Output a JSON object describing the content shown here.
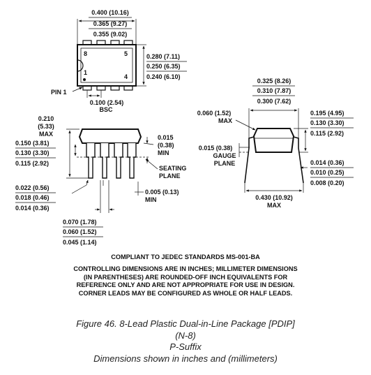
{
  "top_view": {
    "length_max": "0.400 (10.16)",
    "length_nom": "0.365 (9.27)",
    "length_min": "0.355 (9.02)",
    "width_max": "0.280 (7.11)",
    "width_nom": "0.250 (6.35)",
    "width_min": "0.240 (6.10)",
    "pin_8": "8",
    "pin_5": "5",
    "pin_1": "1",
    "pin_4": "4",
    "pin1_label": "PIN 1",
    "pitch": "0.100 (2.54)",
    "pitch_bsc": "BSC"
  },
  "side_view": {
    "height_max_a": "0.210",
    "height_max_b": "(5.33)",
    "height_max_c": "MAX",
    "body_h_max": "0.150 (3.81)",
    "body_h_nom": "0.130 (3.30)",
    "body_h_min": "0.115 (2.92)",
    "standoff_a": "0.015",
    "standoff_b": "(0.38)",
    "standoff_c": "MIN",
    "seating_a": "SEATING",
    "seating_b": "PLANE",
    "lead_w_max": "0.022 (0.56)",
    "lead_w_nom": "0.018 (0.46)",
    "lead_w_min": "0.014 (0.36)",
    "lead_gap": "0.005 (0.13)",
    "lead_gap_min": "MIN",
    "shoulder_max": "0.070 (1.78)",
    "shoulder_nom": "0.060 (1.52)",
    "shoulder_min": "0.045 (1.14)"
  },
  "end_view": {
    "row_max": "0.325 (8.26)",
    "row_nom": "0.310 (7.87)",
    "row_min": "0.300 (7.62)",
    "radius_a": "0.060 (1.52)",
    "radius_b": "MAX",
    "gauge_a": "0.015 (0.38)",
    "gauge_b": "GAUGE",
    "gauge_c": "PLANE",
    "lead_len_max": "0.195 (4.95)",
    "lead_len_nom": "0.130 (3.30)",
    "lead_len_min": "0.115 (2.92)",
    "thick_max": "0.014 (0.36)",
    "thick_nom": "0.010 (0.25)",
    "thick_min": "0.008 (0.20)",
    "spread": "0.430 (10.92)",
    "spread_max": "MAX"
  },
  "notes": {
    "title": "COMPLIANT TO JEDEC STANDARDS MS-001-BA",
    "line1": "CONTROLLING DIMENSIONS ARE IN INCHES; MILLIMETER DIMENSIONS",
    "line2": "(IN PARENTHESES) ARE ROUNDED-OFF INCH EQUIVALENTS FOR",
    "line3": "REFERENCE ONLY AND ARE NOT APPROPRIATE FOR USE IN DESIGN.",
    "line4": "CORNER LEADS MAY BE CONFIGURED AS WHOLE OR HALF LEADS."
  },
  "caption": {
    "line1": "Figure 46. 8-Lead Plastic Dual-in-Line Package [PDIP]",
    "line2": "(N-8)",
    "line3": "P-Suffix",
    "line4": "Dimensions shown in inches and (millimeters)"
  }
}
